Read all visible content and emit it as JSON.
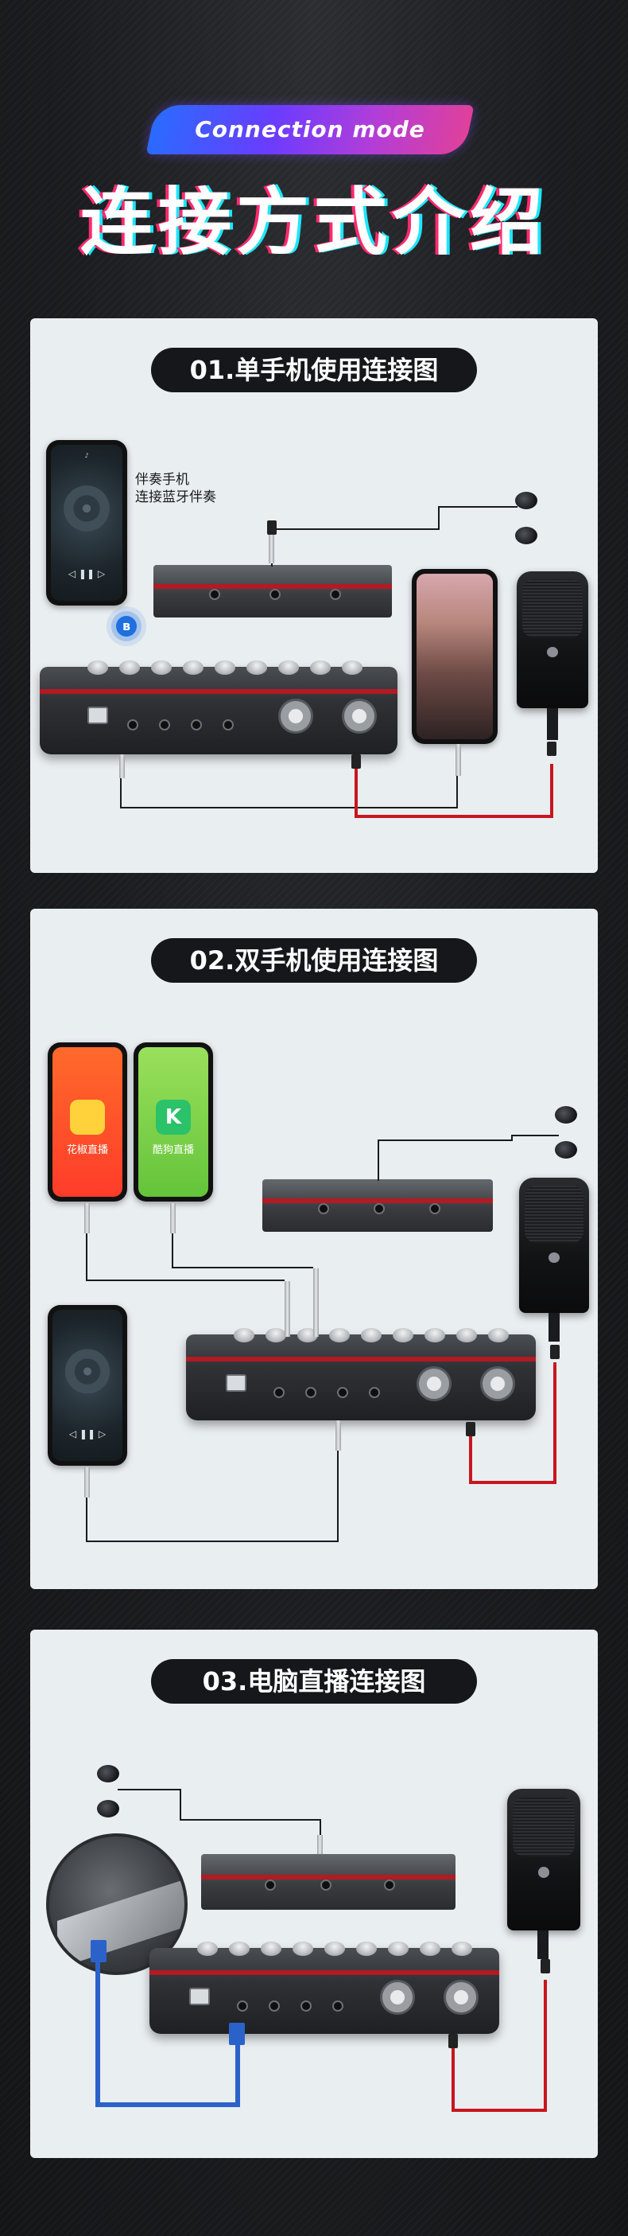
{
  "header": {
    "subtitle": "Connection mode",
    "title": "连接方式介绍"
  },
  "sections": [
    {
      "title": "01.单手机使用连接图",
      "note_lines": [
        "伴奏手机",
        "连接蓝牙伴奏"
      ],
      "bluetooth_glyph": "ʙ"
    },
    {
      "title": "02.双手机使用连接图",
      "apps": [
        "花椒直播",
        "酷狗直播"
      ]
    },
    {
      "title": "03.电脑直播连接图"
    }
  ],
  "colors": {
    "page_bg": "#1b1c1f",
    "card_bg": "#e9eef1",
    "title_pill_bg": "#15171a",
    "cable_red": "#c8161e",
    "cable_black": "#1a1b1f",
    "cable_blue": "#2a62c9"
  }
}
